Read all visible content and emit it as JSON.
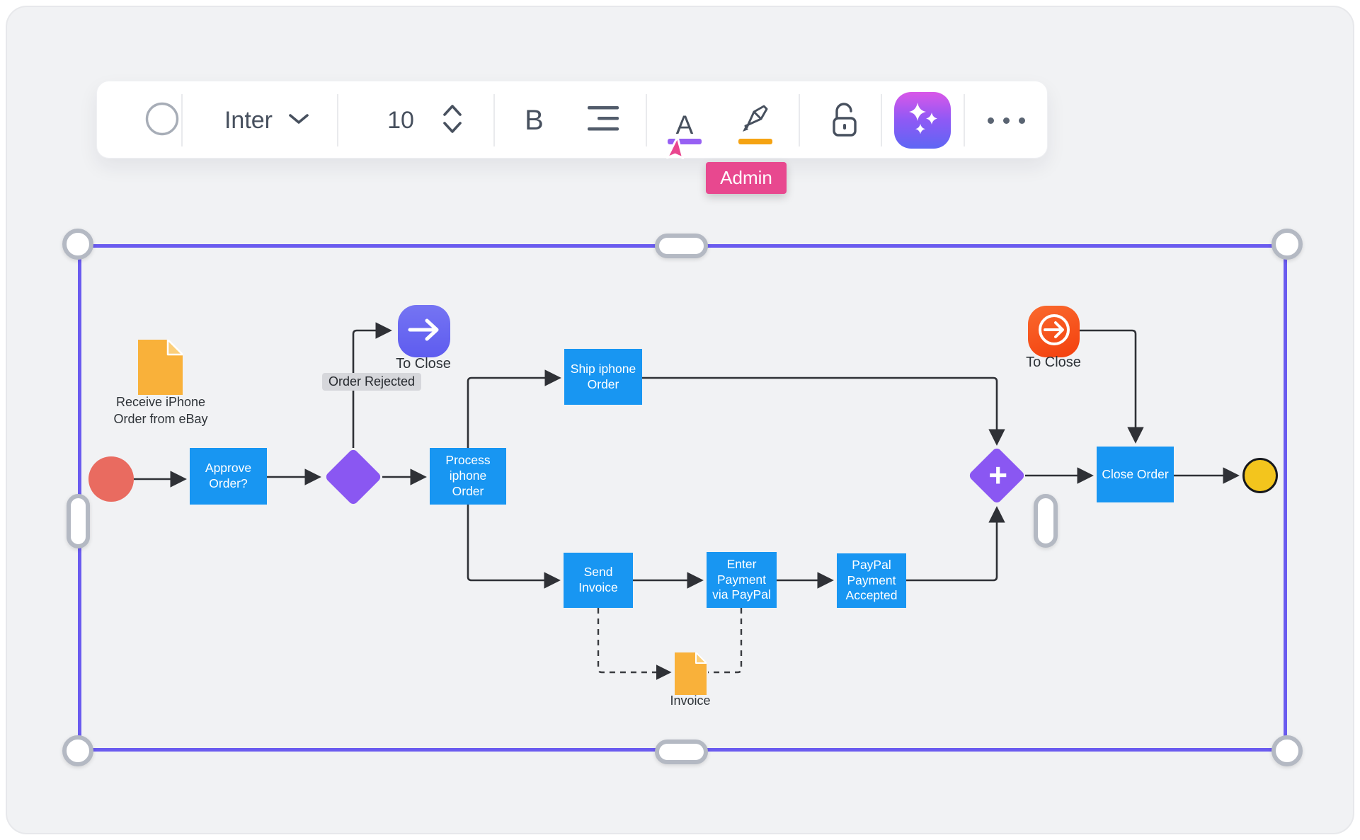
{
  "colors": {
    "canvas_bg": "#F1F2F4",
    "selection_purple": "#6A5BEF",
    "presence_pink": "#E8488F",
    "task_fill": "#1896F2",
    "gateway_fill": "#8A57F2",
    "start_fill": "#E96B60",
    "end_fill": "#F3C51D",
    "doc_fill": "#F9B13A",
    "doc_fold": "#FBCE79",
    "link_purple_top": "#7574F3",
    "link_purple_bottom": "#5E5CEF",
    "link_orange_top": "#FA6A2E",
    "link_orange_bottom": "#F33F0D",
    "text_color_underline": "#9760F3",
    "highlight_underline": "#F5A312",
    "wire_color": "#2F3136"
  },
  "toolbar": {
    "font_name": "Inter",
    "font_size": "10",
    "bold_label": "B",
    "text_color_label": "A"
  },
  "presence": {
    "user_label": "Admin"
  },
  "diagram": {
    "nodes": {
      "receive_doc_label": "Receive iPhone\nOrder from eBay",
      "approve": "Approve Order?",
      "to_close_left": "To Close",
      "order_rejected": "Order Rejected",
      "process": "Process iphone\nOrder",
      "ship": "Ship iphone\nOrder",
      "send_invoice": "Send Invoice",
      "enter_payment": "Enter Payment\nvia PayPal",
      "paypal_accepted": "PayPal\nPayment\nAccepted",
      "invoice_label": "Invoice",
      "to_close_right": "To Close",
      "close_order": "Close Order"
    }
  }
}
